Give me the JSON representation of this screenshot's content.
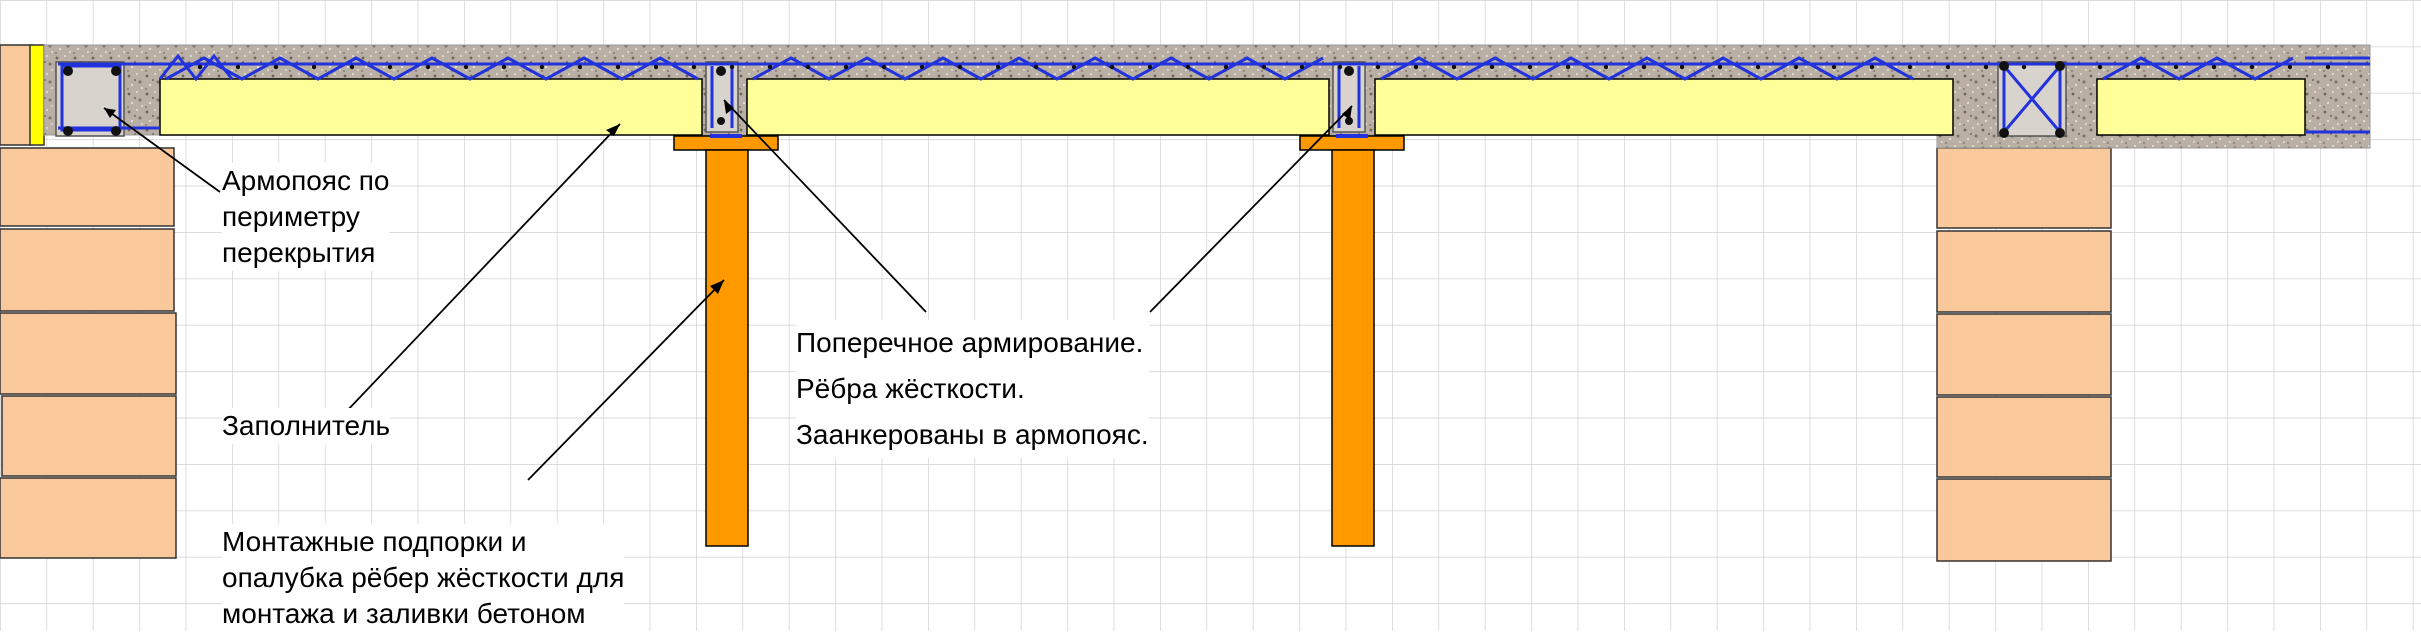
{
  "labels": {
    "ring_beam": [
      "Армопояс по",
      "периметру",
      "перекрытия"
    ],
    "filler": [
      "Заполнитель"
    ],
    "ribs": [
      "Поперечное армирование.",
      "Рёбра жёсткости.",
      "Заанкерованы в армопояс."
    ],
    "supports": [
      "Монтажные подпорки и",
      "опалубка рёбер жёсткости для",
      "монтажа и заливки бетоном"
    ]
  },
  "colors": {
    "concrete": "#b9afa4",
    "concrete_speckle": "#6f6357",
    "filler": "#ffff99",
    "filler_border": "#000000",
    "rebar": "#2233dd",
    "rebar_bar": "#111111",
    "brick": "#f9c99c",
    "brick_border": "#333333",
    "support": "#ff9900",
    "support_border": "#000000",
    "insulation": "#ffff00",
    "grid": "#cfcfcf",
    "leader": "#000000"
  }
}
